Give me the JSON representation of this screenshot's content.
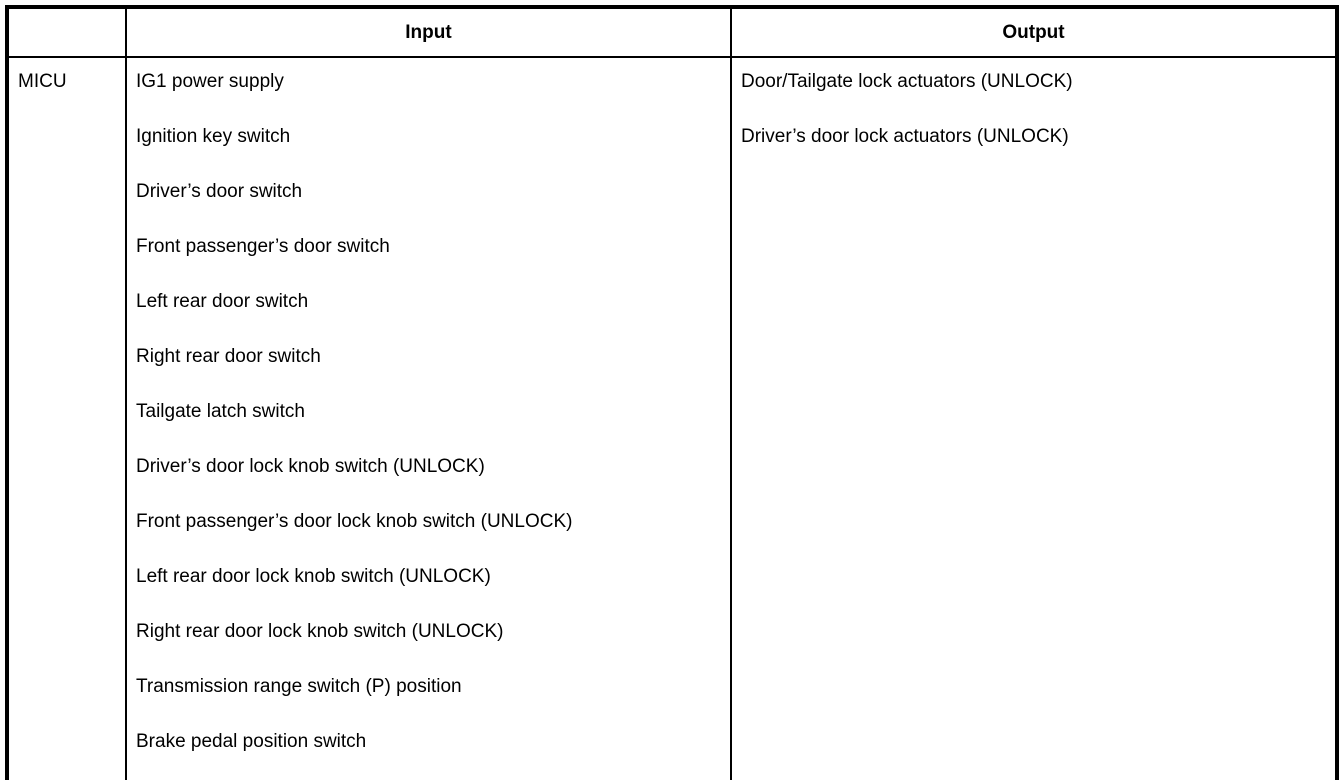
{
  "table": {
    "header": {
      "corner": "",
      "input": "Input",
      "output": "Output"
    },
    "body": {
      "unit": "MICU",
      "input_items": [
        "IG1 power supply",
        "Ignition key switch",
        "Driver’s door switch",
        "Front passenger’s door switch",
        "Left rear door switch",
        "Right rear door switch",
        "Tailgate latch switch",
        "Driver’s door lock knob switch (UNLOCK)",
        "Front passenger’s door lock knob switch (UNLOCK)",
        "Left rear door lock knob switch (UNLOCK)",
        "Right rear door lock knob switch (UNLOCK)",
        "Transmission range switch (P) position",
        "Brake pedal position switch"
      ],
      "output_items": [
        "Door/Tailgate lock actuators (UNLOCK)",
        "Driver’s door lock actuators (UNLOCK)"
      ]
    },
    "colors": {
      "border": "#000000",
      "text": "#000000",
      "background": "#ffffff"
    }
  }
}
